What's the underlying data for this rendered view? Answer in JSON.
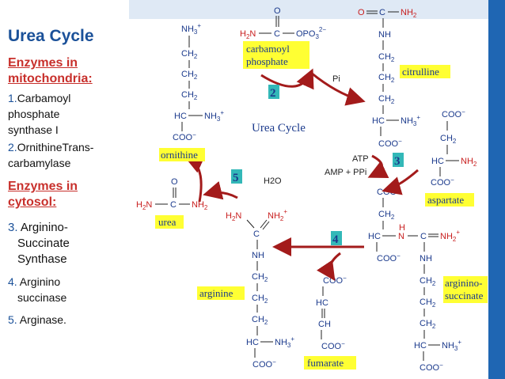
{
  "sidebar": {
    "title": "Urea Cycle",
    "mito_heading": [
      "Enzymes in",
      "mitochondria:"
    ],
    "mito_items": [
      {
        "num": "1.",
        "lines": [
          "Carbamoyl",
          "phosphate",
          "synthase I"
        ]
      },
      {
        "num": "2.",
        "lines": [
          "OrnithineTrans-",
          "carbamylase"
        ]
      }
    ],
    "cyto_heading": [
      "Enzymes in",
      "cytosol:"
    ],
    "cyto_items": [
      {
        "num": "3.",
        "lines": [
          " Arginino-",
          "Succinate",
          "Synthase"
        ]
      },
      {
        "num": "4.",
        "lines": [
          " Arginino",
          "succinase"
        ]
      },
      {
        "num": "5.",
        "lines": [
          " Arginase."
        ]
      }
    ]
  },
  "diagram": {
    "center_title": "Urea Cycle",
    "colors": {
      "label_bg": "#ffff33",
      "step_bg": "#33b8b8",
      "step_text": "#1b3a8c",
      "arrow": "#a31b1b",
      "structure": "#1b3a8c",
      "heteroatom": "#c81e1e",
      "bond": "#222222"
    },
    "compounds": {
      "ornithine": "ornithine",
      "carbamoyl_phosphate": [
        "carbamoyl",
        "phosphate"
      ],
      "citrulline": "citrulline",
      "aspartate": "aspartate",
      "argininosuccinate": [
        "arginino-",
        "succinate"
      ],
      "fumarate": "fumarate",
      "arginine": "arginine",
      "urea": "urea"
    },
    "steps": [
      "2",
      "3",
      "4",
      "5"
    ],
    "side_species": {
      "pi": "Pi",
      "atp": "ATP",
      "amp": "AMP + PPi",
      "water": "H2O"
    }
  }
}
